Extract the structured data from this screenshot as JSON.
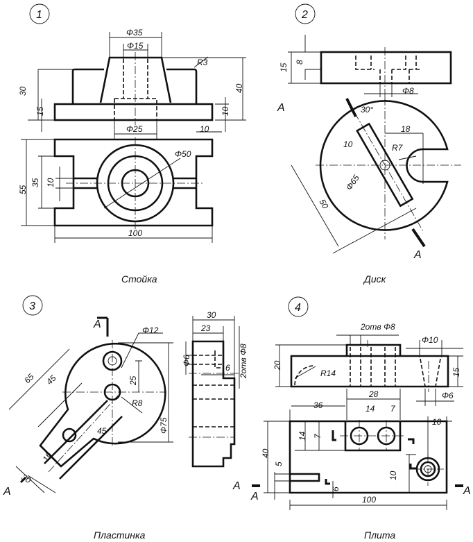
{
  "figures": [
    {
      "number": "1",
      "title": "Стойка",
      "dims": {
        "d35": "Φ35",
        "d15": "Φ15",
        "r3": "R3",
        "h30": "30",
        "h15": "15",
        "h40": "40",
        "h10": "10",
        "d25": "Φ25",
        "w10": "10",
        "h55": "55",
        "h35": "35",
        "s10": "10",
        "d50": "Φ50",
        "w100": "100"
      }
    },
    {
      "number": "2",
      "title": "Диск",
      "dims": {
        "h15": "15",
        "h8": "8",
        "d8": "Φ8",
        "a30": "30°",
        "w10": "10",
        "w18": "18",
        "r7": "R7",
        "d65": "Φ65",
        "l50": "50",
        "secA1": "A",
        "secA2": "A"
      }
    },
    {
      "number": "3",
      "title": "Пластинка",
      "dims": {
        "d12": "Φ12",
        "l65": "65",
        "l45": "45",
        "h25": "25",
        "r8": "R8",
        "a45": "45",
        "d75": "Φ75",
        "w16": "16",
        "w30": "30",
        "secA1": "A",
        "secA2": "A",
        "secA3": "A",
        "s30": "30",
        "s23": "23",
        "d6": "Φ6",
        "s6": "6",
        "holes": "2отв Φ8"
      }
    },
    {
      "number": "4",
      "title": "Плита",
      "dims": {
        "holes": "2отв Φ8",
        "d10": "Φ10",
        "h20": "20",
        "r14": "R14",
        "h15": "15",
        "w28": "28",
        "d6": "Φ6",
        "w36": "36",
        "w14": "14",
        "w7": "7",
        "h40": "40",
        "v14": "14",
        "v7": "7",
        "w10": "10",
        "v5": "5",
        "v10": "10",
        "v6": "6",
        "w100": "100",
        "secA1": "A",
        "secA2": "A"
      }
    }
  ]
}
